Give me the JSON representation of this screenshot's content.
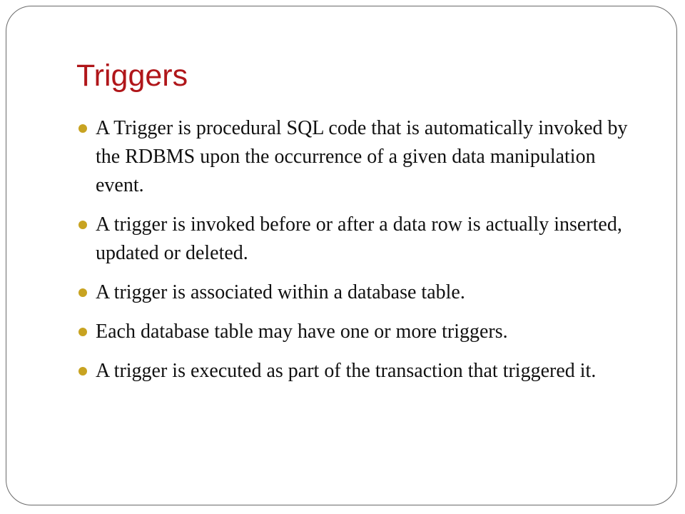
{
  "slide": {
    "title": "Triggers",
    "title_color": "#b0161a",
    "bullet_color": "#c8a321",
    "bullet_icon": "round-bullet-icon",
    "bullets": [
      "A Trigger is procedural SQL code that is automatically invoked by the RDBMS upon the occurrence of a given data manipulation event.",
      "A trigger is invoked before or after a data row is actually inserted, updated or deleted.",
      "A trigger is associated within a database table.",
      "Each database table may have one or more triggers.",
      "A trigger is executed as part of the transaction that triggered it."
    ]
  }
}
